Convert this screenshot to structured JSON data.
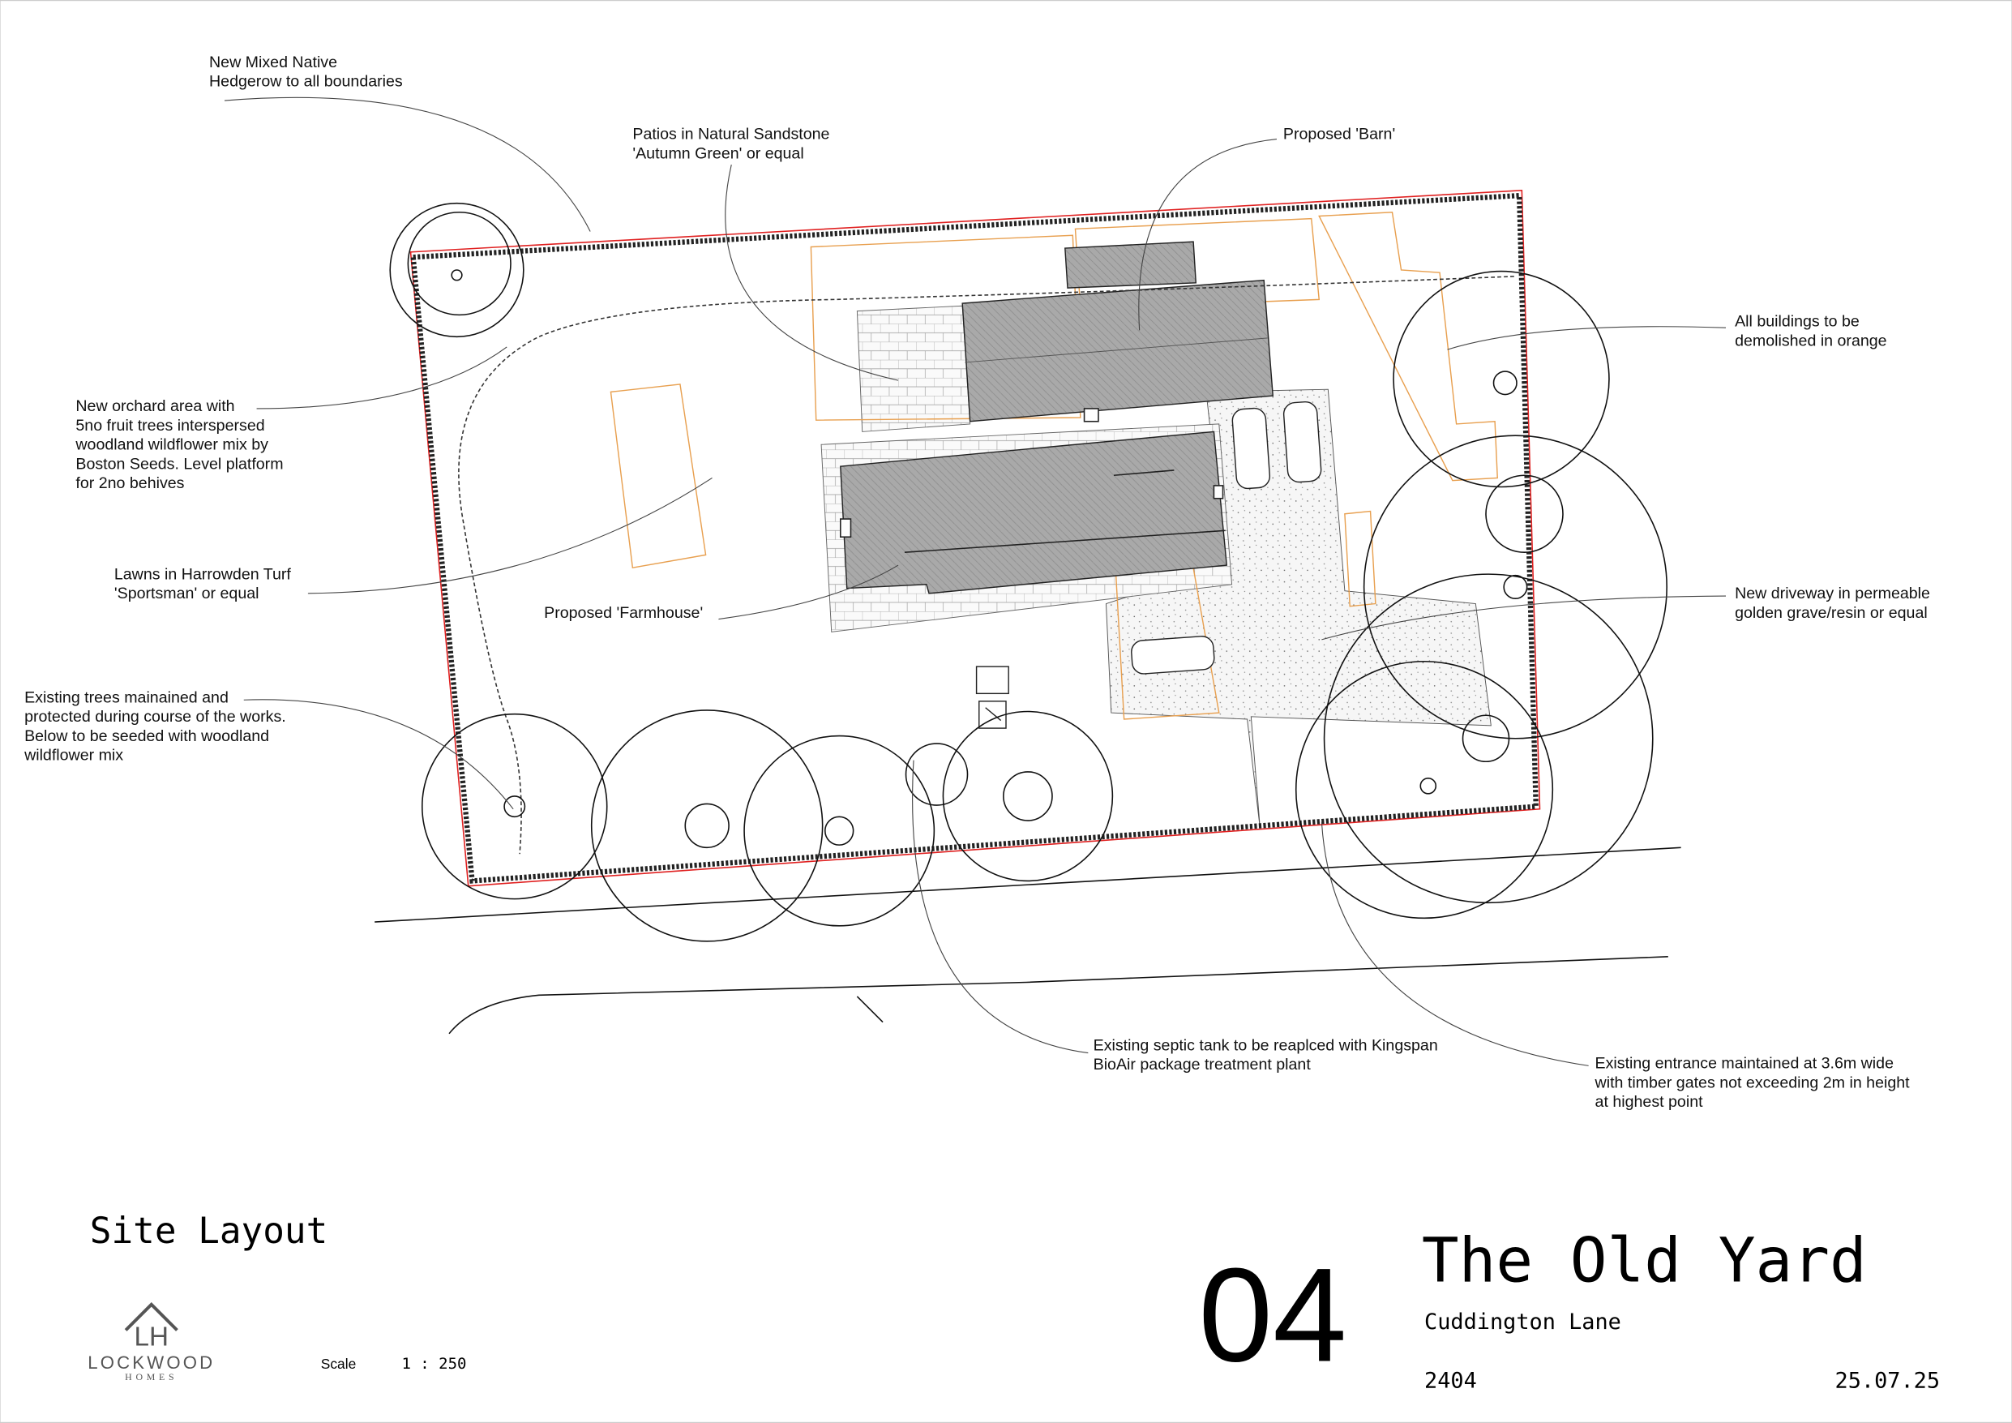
{
  "drawing": {
    "title": "Site Layout",
    "sheet_number": "04",
    "project_name": "The Old Yard",
    "project_location": "Cuddington Lane",
    "job_number": "2404",
    "date": "25.07.25",
    "scale_label": "Scale",
    "scale_value": "1 : 250"
  },
  "logo": {
    "initials": "LH",
    "name": "LOCKWOOD",
    "sub": "HOMES",
    "color": "#555555"
  },
  "annotations": {
    "hedgerow": [
      "New Mixed Native",
      "Hedgerow to all boundaries"
    ],
    "patios": [
      "Patios in Natural Sandstone",
      "'Autumn Green' or equal"
    ],
    "barn": [
      "Proposed 'Barn'"
    ],
    "demolish": [
      "All buildings to be",
      "demolished in orange"
    ],
    "orchard": [
      "New orchard area with",
      "5no fruit trees interspersed",
      "woodland wildflower mix by",
      "Boston Seeds. Level platform",
      "for 2no behives"
    ],
    "lawns": [
      "Lawns in Harrowden Turf",
      "'Sportsman' or equal"
    ],
    "farmhouse": [
      "Proposed 'Farmhouse'"
    ],
    "trees": [
      "Existing trees mainained and",
      "protected during course of the works.",
      "Below to be seeded with woodland",
      "wildflower mix"
    ],
    "driveway": [
      "New driveway in permeable",
      "golden grave/resin or equal"
    ],
    "septic": [
      "Existing septic tank to be reaplced with Kingspan",
      "BioAir package treatment plant"
    ],
    "entrance": [
      "Existing entrance maintained at 3.6m wide",
      "with timber gates not exceeding 2m in height",
      "at highest point"
    ]
  },
  "colors": {
    "boundary": "#e02020",
    "demolish_outline": "#e8a050",
    "roof": "#a8a8a8",
    "hedge": "#222222"
  }
}
